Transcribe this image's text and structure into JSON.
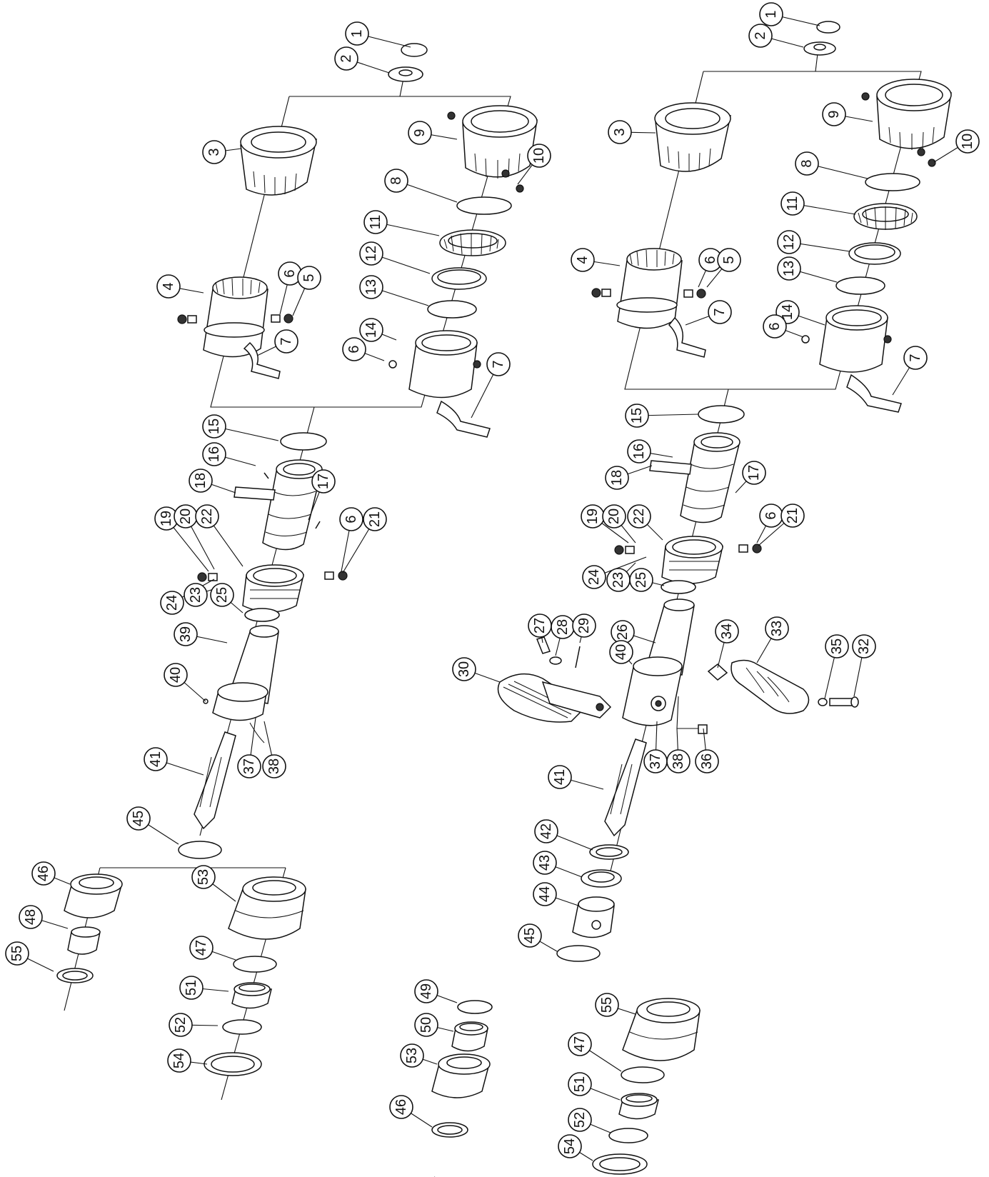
{
  "diagram": {
    "line_color": "#111111",
    "background": "#ffffff",
    "left_assembly": {
      "callouts": [
        "1",
        "2",
        "3",
        "9",
        "10",
        "8",
        "11",
        "12",
        "13",
        "14",
        "6",
        "7",
        "4",
        "6",
        "5",
        "7",
        "15",
        "16",
        "18",
        "17",
        "19",
        "20",
        "22",
        "6",
        "21",
        "24",
        "23",
        "25",
        "39",
        "40",
        "37",
        "38",
        "41",
        "45",
        "46",
        "53",
        "48",
        "55",
        "47",
        "51",
        "52",
        "54"
      ]
    },
    "right_assembly": {
      "callouts": [
        "1",
        "2",
        "9",
        "10",
        "3",
        "8",
        "11",
        "12",
        "6",
        "5",
        "4",
        "7",
        "13",
        "14",
        "6",
        "7",
        "15",
        "16",
        "18",
        "17",
        "19",
        "20",
        "22",
        "6",
        "21",
        "24",
        "23",
        "25",
        "26",
        "27",
        "28",
        "29",
        "40",
        "34",
        "33",
        "35",
        "32",
        "30",
        "36",
        "37",
        "38",
        "41",
        "42",
        "43",
        "44",
        "45",
        "49",
        "50",
        "53",
        "46",
        "55",
        "47",
        "51",
        "52",
        "54"
      ]
    }
  }
}
